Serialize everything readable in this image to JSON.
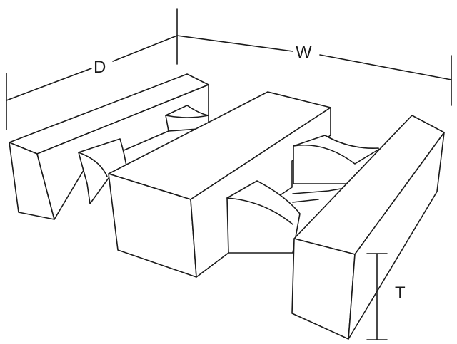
{
  "labels": {
    "depth": "D",
    "width": "W",
    "thickness": "T"
  },
  "colors": {
    "stroke": "#1a1a1a",
    "background": "#ffffff"
  }
}
